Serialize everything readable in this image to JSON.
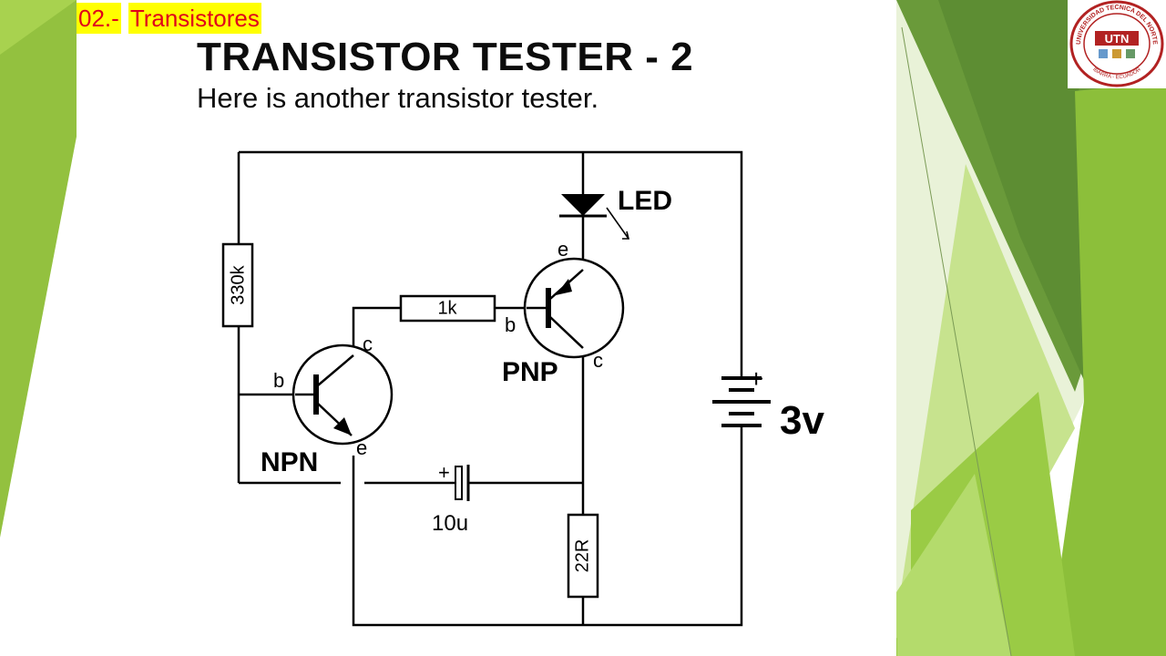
{
  "section_tag": {
    "number": "02.-",
    "label": "Transistores"
  },
  "title": "TRANSISTOR TESTER - 2",
  "subtitle": "Here is another transistor tester.",
  "circuit": {
    "r_base": "330k",
    "r_link": "1k",
    "r_load": "22R",
    "capacitor": "10u",
    "cap_polarity": "+",
    "led": "LED",
    "battery": "3v",
    "battery_polarity": "+",
    "npn": {
      "label": "NPN",
      "base": "b",
      "collector": "c",
      "emitter": "e"
    },
    "pnp": {
      "label": "PNP",
      "base": "b",
      "collector": "c",
      "emitter": "e"
    }
  },
  "logo": {
    "text_top": "UNIVERSIDAD TECNICA DEL NORTE",
    "text_mid": "UTN",
    "text_bottom": "IBARRA - ECUADOR"
  },
  "colors": {
    "accent_green": "#8cc63f",
    "dark_green": "#5f8c2e",
    "tag_bg": "#ffff00",
    "tag_text": "#e0001b",
    "logo_red": "#b22222"
  }
}
